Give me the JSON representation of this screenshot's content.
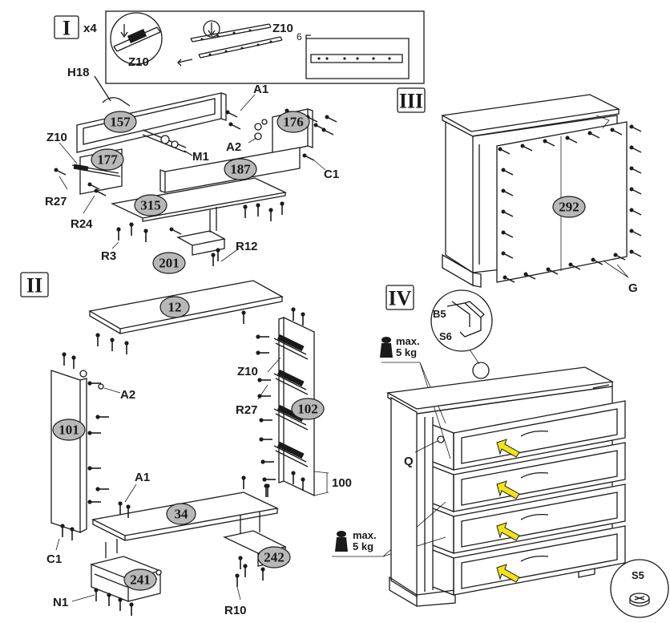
{
  "steps": {
    "s1": "I",
    "s2": "II",
    "s3": "III",
    "s4": "IV"
  },
  "step1": {
    "multiplier": "x4",
    "detail_label_a": "Z10",
    "detail_label_b": "Z10",
    "detail_dimension": "6"
  },
  "part_numbers": {
    "p157": "157",
    "p176": "176",
    "p177": "177",
    "p187": "187",
    "p315": "315",
    "p201": "201",
    "p12": "12",
    "p101": "101",
    "p102": "102",
    "p34": "34",
    "p241": "241",
    "p242": "242",
    "p292": "292"
  },
  "hardware": {
    "H18": "H18",
    "A1_top": "A1",
    "A2_top": "A2",
    "Z10_top": "Z10",
    "M1": "M1",
    "C1_top": "C1",
    "R27_top": "R27",
    "R24": "R24",
    "R3": "R3",
    "R12": "R12",
    "Z10_mid": "Z10",
    "A2_mid": "A2",
    "R27_mid": "R27",
    "dim_100": "100",
    "A1_mid": "A1",
    "C1_mid": "C1",
    "N1": "N1",
    "R10": "R10",
    "G": "G",
    "B5": "B5",
    "S6": "S6",
    "Q": "Q",
    "S5": "S5"
  },
  "weight_limit": {
    "top_line1": "max.",
    "top_line2": "5 kg",
    "bottom_line1": "max.",
    "bottom_line2": "5 kg"
  },
  "colors": {
    "ink": "#1a1a1a",
    "part_badge": "#b8b8b8",
    "arrow": "#f2e21a"
  }
}
